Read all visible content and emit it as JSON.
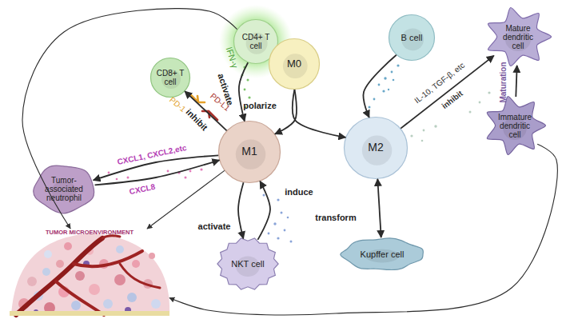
{
  "diagram": {
    "nodes": [
      {
        "text": [
          "CD4+ T cell"
        ]
      },
      {
        "text": [
          "M0"
        ]
      },
      {
        "text": [
          "B cell"
        ]
      },
      {
        "text": [
          "Mature dendritic cell"
        ]
      },
      {
        "text": [
          "CD8+ T cell"
        ]
      },
      {
        "text": [
          "M1"
        ]
      },
      {
        "text": [
          "M2"
        ]
      },
      {
        "text": [
          "Immature dendritic cell"
        ]
      },
      {
        "text": [
          "Tumor-associated neutrophil"
        ]
      },
      {
        "text": [
          "NKT cell"
        ]
      },
      {
        "text": [
          "Kupffer cell"
        ]
      },
      {
        "text": [
          "TUMOR MICROENVIRONMENT"
        ]
      }
    ],
    "edges": [
      {
        "from": 0,
        "to": 5,
        "label": "activate",
        "arrow": "to"
      },
      {
        "from": 5,
        "to": 4,
        "label": "inhibit",
        "arrow": "to"
      },
      {
        "from": 1,
        "to": 5,
        "label": "polarize",
        "arrow": "to"
      },
      {
        "from": 1,
        "to": 6,
        "arrow": "to"
      },
      {
        "from": 2,
        "to": 6,
        "arrow": "to"
      },
      {
        "from": 6,
        "to": 3,
        "label": "inhibit",
        "arrow": "to"
      },
      {
        "from": 7,
        "to": 3,
        "label": "Maturation",
        "arrow": "to"
      },
      {
        "from": 5,
        "to": 8,
        "label": "CXCL1, CXCL2,etc",
        "arrow": "to"
      },
      {
        "from": 8,
        "to": 5,
        "label": "CXCL8",
        "arrow": "to"
      },
      {
        "from": 5,
        "to": 9,
        "label": "activate",
        "arrow": "to"
      },
      {
        "from": 9,
        "to": 5,
        "label": "induce",
        "arrow": "to"
      },
      {
        "from": 6,
        "to": 10,
        "label": "transform",
        "arrow": "both"
      },
      {
        "from": 5,
        "to": 11,
        "arrow": "to"
      },
      {
        "from": 0,
        "to": 11,
        "arrow": "to"
      },
      {
        "from": 7,
        "to": 11,
        "arrow": "to"
      }
    ],
    "labels": [
      "IFN-γ",
      "PD-1",
      "PD-L1",
      "IL-10, TGF-β, etc"
    ]
  }
}
